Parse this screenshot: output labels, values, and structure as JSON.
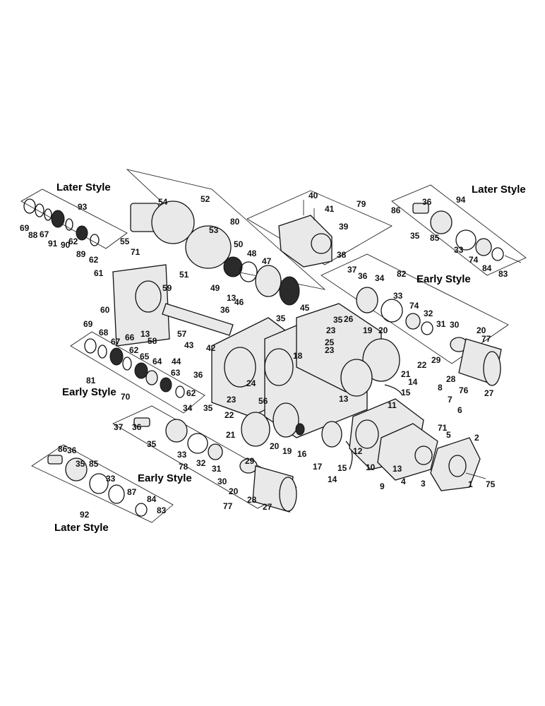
{
  "style_labels": {
    "later_top_left": "Later Style",
    "later_top_right": "Later Style",
    "early_right": "Early Style",
    "early_left": "Early Style",
    "early_bottom": "Early Style",
    "later_bottom": "Later Style"
  },
  "callouts": {
    "c1": "1",
    "c2": "2",
    "c3": "3",
    "c4": "4",
    "c5": "5",
    "c6": "6",
    "c7": "7",
    "c8": "8",
    "c9": "9",
    "c10": "10",
    "c11": "11",
    "c12": "12",
    "c13": "13",
    "c14": "14",
    "c15": "15",
    "c16": "16",
    "c17": "17",
    "c18": "18",
    "c19": "19",
    "c20": "20",
    "c21": "21",
    "c22": "22",
    "c23": "23",
    "c24": "24",
    "c25": "25",
    "c26": "26",
    "c27": "27",
    "c28": "28",
    "c29": "29",
    "c30": "30",
    "c31": "31",
    "c32": "32",
    "c33": "33",
    "c34": "34",
    "c35": "35",
    "c36": "36",
    "c37": "37",
    "c38": "38",
    "c39": "39",
    "c40": "40",
    "c41": "41",
    "c42": "42",
    "c43": "43",
    "c44": "44",
    "c45": "45",
    "c46": "46",
    "c47": "47",
    "c48": "48",
    "c49": "49",
    "c50": "50",
    "c51": "51",
    "c52": "52",
    "c53": "53",
    "c54": "54",
    "c55": "55",
    "c56": "56",
    "c57": "57",
    "c58": "58",
    "c59": "59",
    "c60": "60",
    "c61": "61",
    "c62": "62",
    "c63": "63",
    "c64": "64",
    "c65": "65",
    "c66": "66",
    "c67": "67",
    "c68": "68",
    "c69": "69",
    "c70": "70",
    "c71": "71",
    "c74": "74",
    "c75": "75",
    "c76": "76",
    "c77": "77",
    "c78": "78",
    "c79": "79",
    "c80": "80",
    "c81": "81",
    "c82": "82",
    "c83": "83",
    "c84": "84",
    "c85": "85",
    "c86": "86",
    "c87": "87",
    "c88": "88",
    "c89": "89",
    "c90": "90",
    "c91": "91",
    "c92": "92",
    "c93": "93",
    "c94": "94"
  }
}
